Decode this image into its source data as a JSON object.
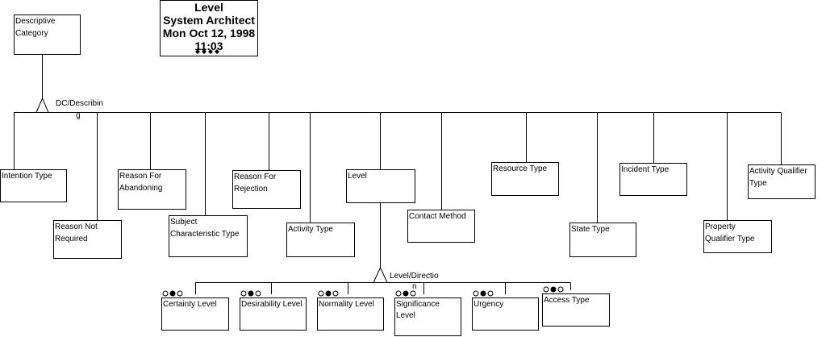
{
  "title_block": {
    "line1": "Level",
    "line2": "System Architect",
    "line3": "Mon Oct 12, 1998",
    "line4": "11:03"
  },
  "root": {
    "line1": "Descriptive",
    "line2": "Category"
  },
  "relationship1": {
    "label": "DC/Describin",
    "label_wrap": "g"
  },
  "entities": [
    {
      "line1": "Intention Type",
      "line2": ""
    },
    {
      "line1": "Reason Not",
      "line2": "Required"
    },
    {
      "line1": "Reason For",
      "line2": "Abandoning"
    },
    {
      "line1": "Subject",
      "line2": "Characteristic Type"
    },
    {
      "line1": "Reason For",
      "line2": "Rejection"
    },
    {
      "line1": "Activity Type",
      "line2": ""
    },
    {
      "line1": "Level",
      "line2": ""
    },
    {
      "line1": "Contact Method",
      "line2": ""
    },
    {
      "line1": "Resource Type",
      "line2": ""
    },
    {
      "line1": "State Type",
      "line2": ""
    },
    {
      "line1": "Incident Type",
      "line2": ""
    },
    {
      "line1": "Property",
      "line2": "Qualifier Type"
    },
    {
      "line1": "Activity Qualifier",
      "line2": "Type"
    }
  ],
  "relationship2": {
    "label": "Level/Directio",
    "marker": "n"
  },
  "sub_entities": [
    {
      "line1": "Certainty Level",
      "line2": ""
    },
    {
      "line1": "Desirability Level",
      "line2": ""
    },
    {
      "line1": "Normality Level",
      "line2": ""
    },
    {
      "line1": "Significance",
      "line2": "Level"
    },
    {
      "line1": "Urgency",
      "line2": ""
    },
    {
      "line1": "Access Type",
      "line2": ""
    }
  ]
}
